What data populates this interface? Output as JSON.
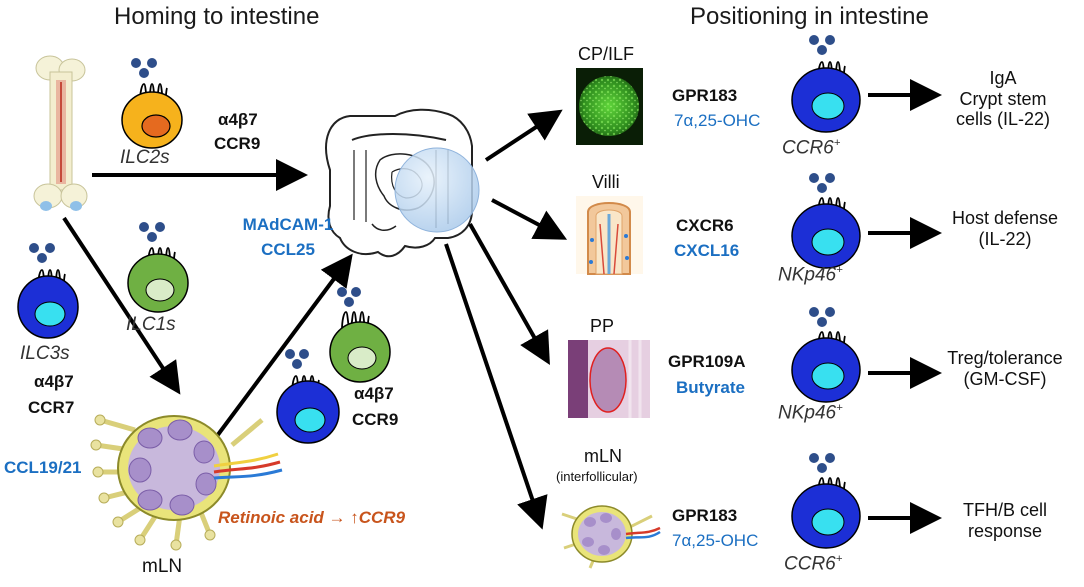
{
  "headings": {
    "left": "Homing to intestine",
    "right": "Positioning in intestine"
  },
  "homing": {
    "ilc2": {
      "name": "ILC2s",
      "integrin": "α4β7",
      "receptor": "CCR9"
    },
    "ilc1": {
      "name": "ILC1s"
    },
    "ilc3": {
      "name": "ILC3s",
      "integrin": "α4β7",
      "receptor": "CCR7"
    },
    "mln_ligand": "CCL19/21",
    "gut_ligands": [
      "MAdCAM-1",
      "CCL25"
    ],
    "mln_label": "mLN",
    "mln_exit": {
      "integrin": "α4β7",
      "receptor": "CCR9"
    },
    "retinoic_acid": "Retinoic acid → ↑CCR9"
  },
  "positioning": [
    {
      "site": "CP/ILF",
      "sub": "",
      "receptor": "GPR183",
      "ligand": "7α,25-OHC",
      "marker_base": "CCR6",
      "marker_sup": "+",
      "outcome": [
        "IgA",
        "Crypt stem",
        "cells (IL-22)"
      ]
    },
    {
      "site": "Villi",
      "sub": "",
      "receptor": "CXCR6",
      "ligand": "CXCL16",
      "marker_base": "NKp46",
      "marker_sup": "+",
      "outcome": [
        "Host defense",
        "(IL-22)"
      ]
    },
    {
      "site": "PP",
      "sub": "",
      "receptor": "GPR109A",
      "ligand": "Butyrate",
      "marker_base": "NKp46",
      "marker_sup": "+",
      "outcome": [
        "Treg/tolerance",
        "(GM-CSF)"
      ]
    },
    {
      "site": "mLN",
      "sub": "(interfollicular)",
      "receptor": "GPR183",
      "ligand": "7α,25-OHC",
      "marker_base": "CCR6",
      "marker_sup": "+",
      "outcome": [
        "TFH/B cell",
        "response"
      ]
    }
  ],
  "colors": {
    "ilc2": "#f6b21c",
    "ilc1": "#6fb043",
    "ilc3": "#1c2fd6",
    "nucleus3": "#38e0f0",
    "ligand_blue": "#1b6fc2",
    "retinoic": "#c8541c"
  }
}
